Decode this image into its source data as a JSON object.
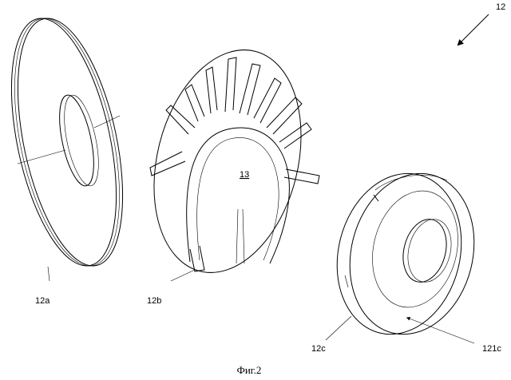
{
  "labels": {
    "assembly": "12",
    "part_a": "12a",
    "part_b": "12b",
    "part_b_face": "13",
    "part_c": "12c",
    "part_c_groove": "121c"
  },
  "caption": "Фиг.2"
}
